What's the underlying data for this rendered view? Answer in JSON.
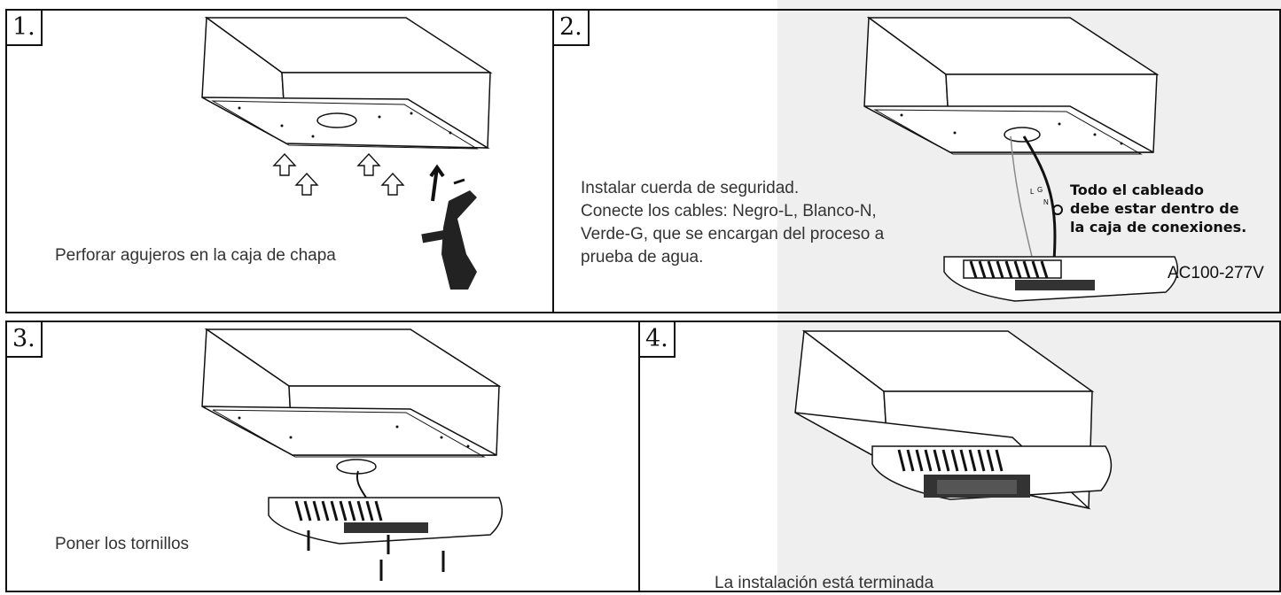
{
  "steps": [
    {
      "num": "1.",
      "caption": "Perforar agujeros en la caja de chapa"
    },
    {
      "num": "2.",
      "lines": [
        "Instalar cuerda de seguridad.",
        "Conecte los cables: Negro-L, Blanco-N,",
        "Verde-G, que se encargan del proceso a",
        "prueba de agua."
      ],
      "note_lines": [
        "Todo el cableado",
        "debe estar dentro de",
        "la caja de conexiones."
      ],
      "voltage": "AC100-277V",
      "wire_labels": {
        "l": "L",
        "g": "G",
        "n": "N"
      }
    },
    {
      "num": "3.",
      "caption": "Poner los tornillos"
    },
    {
      "num": "4.",
      "caption": "La instalación está terminada"
    }
  ]
}
